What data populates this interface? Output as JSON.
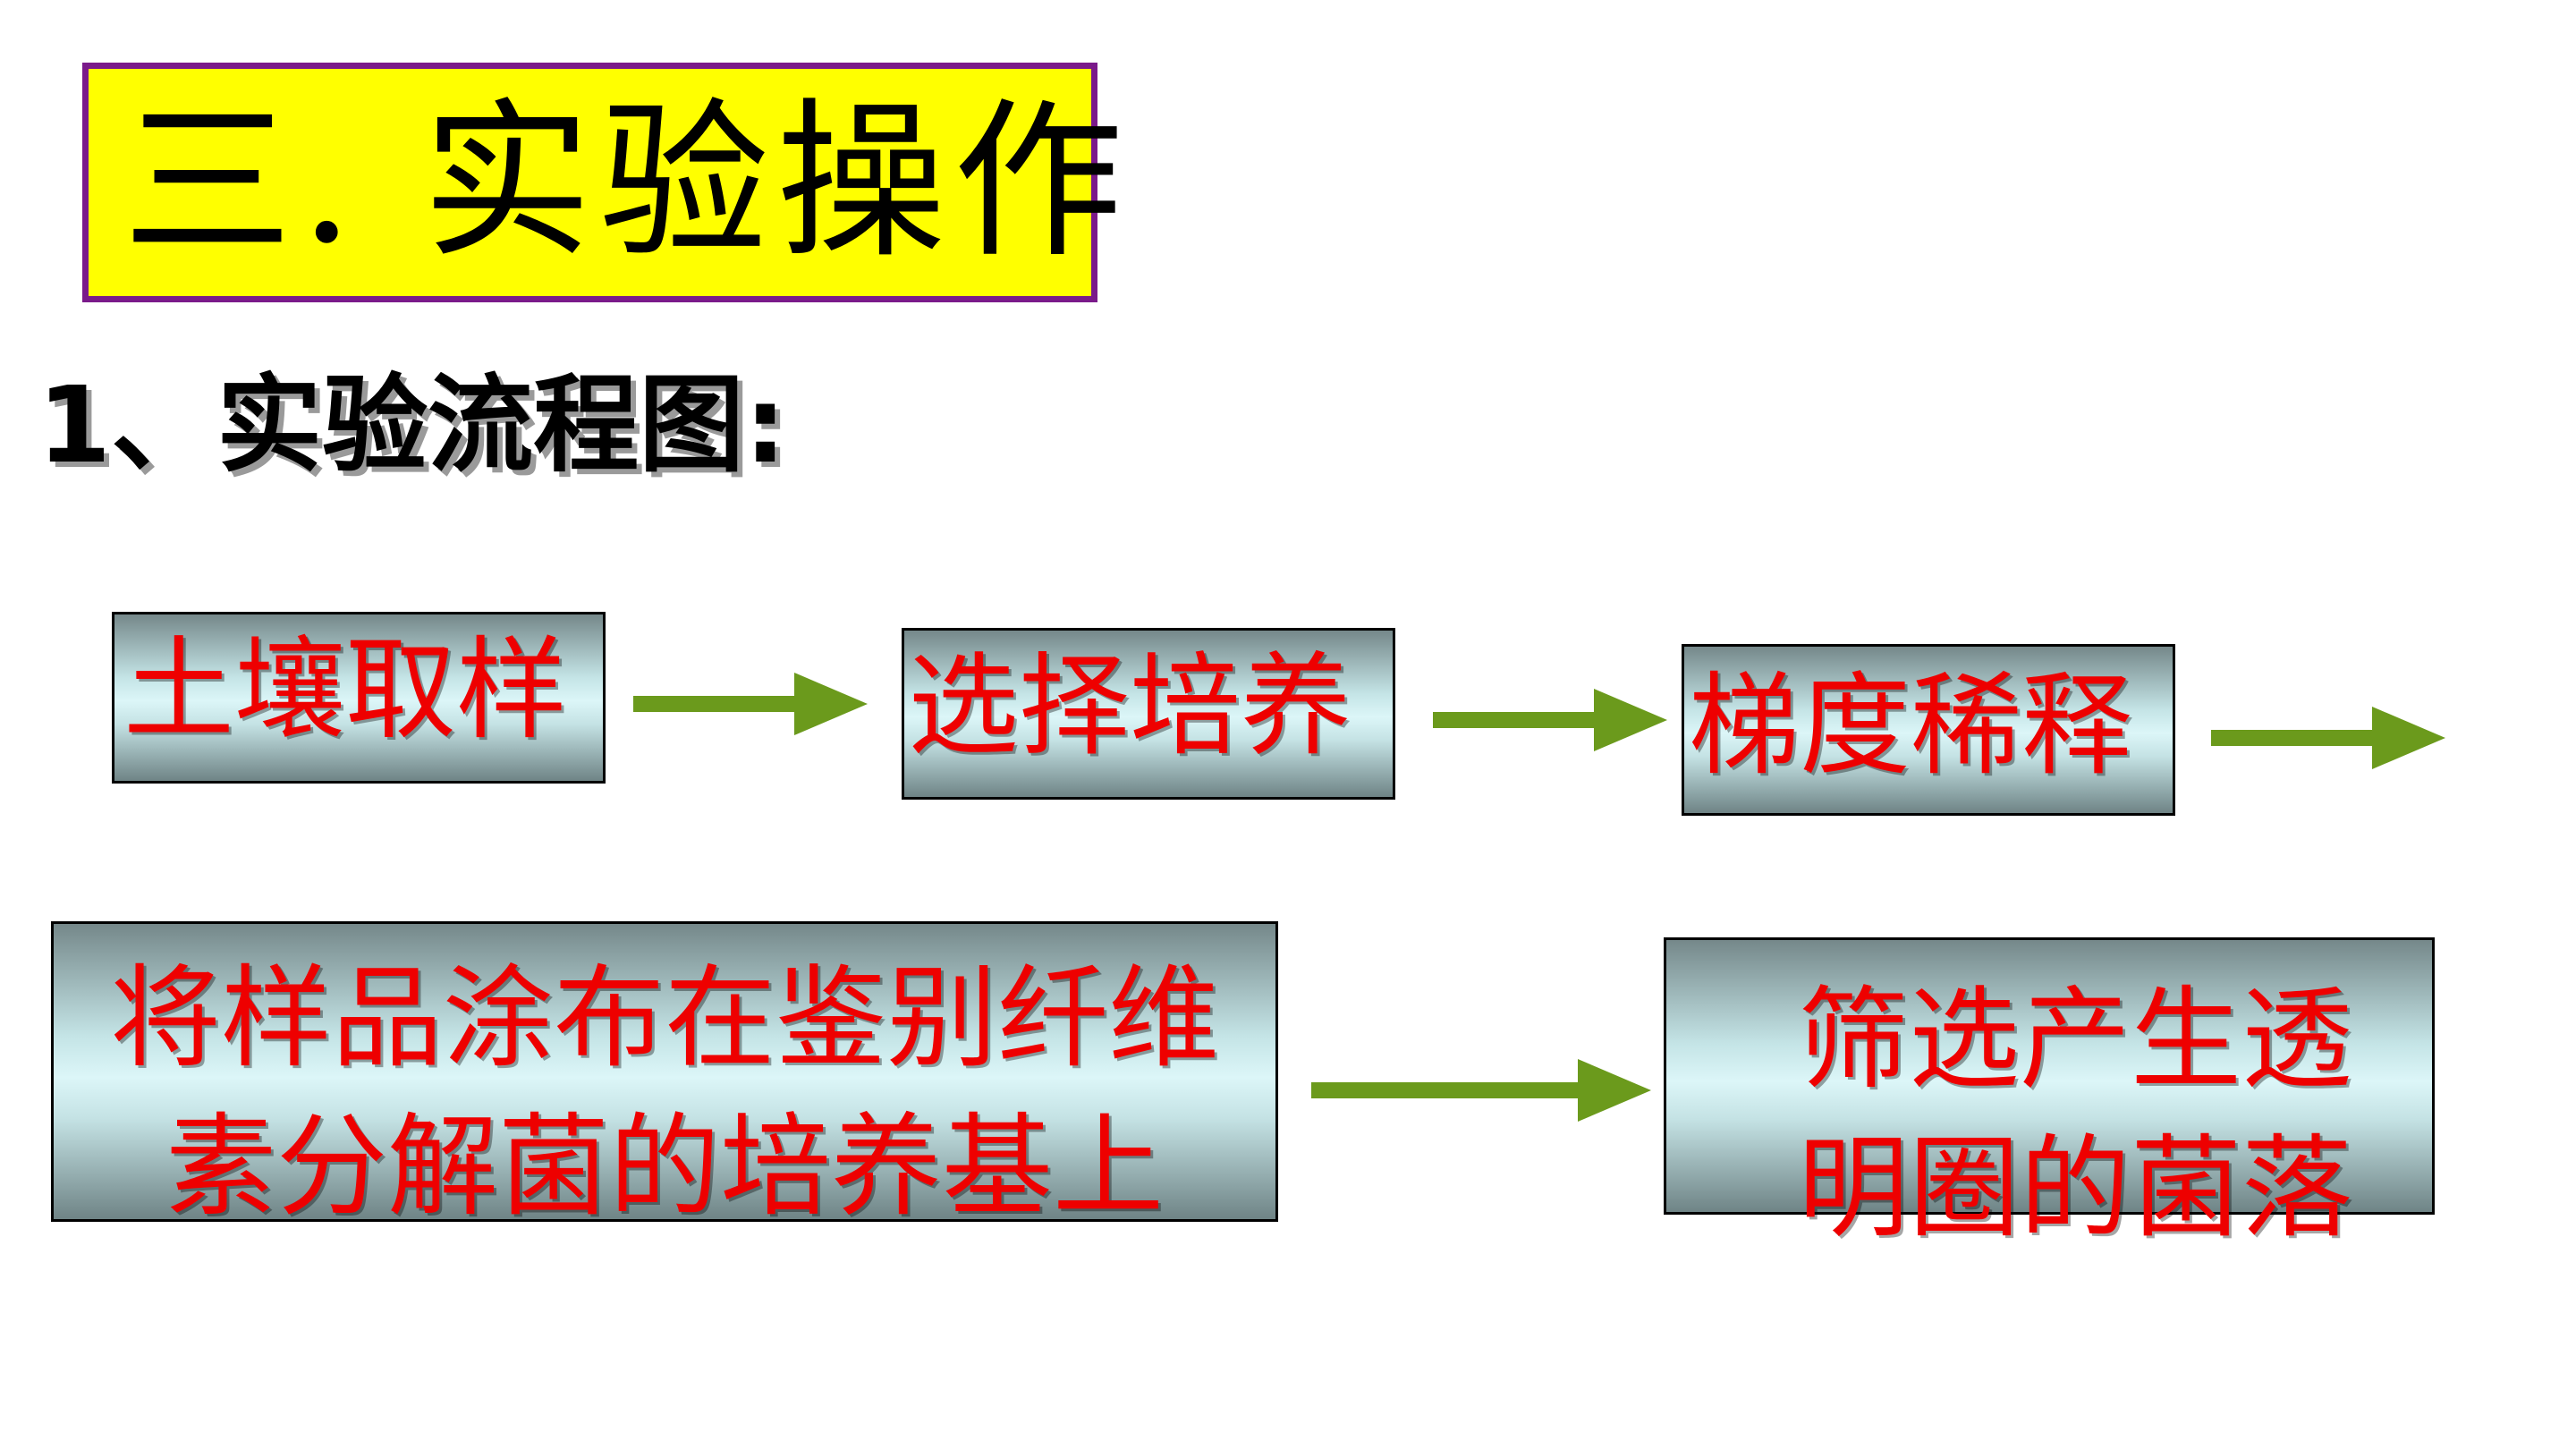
{
  "slide": {
    "title": "三. 实验操作",
    "subtitle": "1、实验流程图:"
  },
  "flowchart": {
    "steps": [
      {
        "label": "土壤取样"
      },
      {
        "label": "选择培养"
      },
      {
        "label": "梯度稀释"
      },
      {
        "label": "将样品涂布在鉴别纤维素分解菌的培养基上"
      },
      {
        "label": "筛选产生透明圈的菌落"
      }
    ],
    "colors": {
      "step_text": "#ee0000",
      "arrow": "#6b9a1c",
      "title_bg": "#ffff00",
      "title_border": "#7a1a8a"
    }
  }
}
